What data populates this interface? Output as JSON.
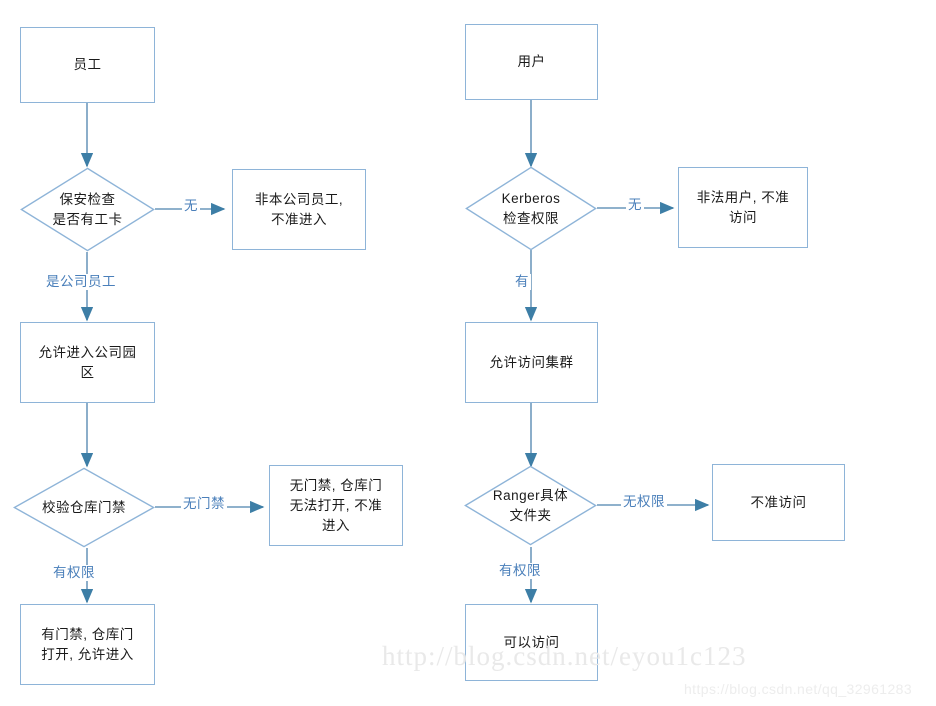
{
  "diagram": {
    "title": "",
    "colors": {
      "node_border": "#8eb4d8",
      "connector": "#7fa6c4",
      "arrowhead": "#3d7ea6",
      "edge_label": "#4a7fba",
      "node_text": "#1a1a1a",
      "background": "#ffffff",
      "watermark": "#e9e9e9"
    },
    "left_flow": {
      "name": "employee-physical-access-flow",
      "nodes": [
        {
          "id": "start",
          "shape": "rectangle",
          "text": "员工"
        },
        {
          "id": "badge-check",
          "shape": "diamond",
          "text": "保安检查\n是否有工卡"
        },
        {
          "id": "reject-entry",
          "shape": "rectangle",
          "text": "非本公司员工,\n不准进入"
        },
        {
          "id": "allow-campus",
          "shape": "rectangle",
          "text": "允许进入公司园\n区"
        },
        {
          "id": "warehouse-door-check",
          "shape": "diamond",
          "text": "校验仓库门禁"
        },
        {
          "id": "no-door-access",
          "shape": "rectangle",
          "text": "无门禁, 仓库门\n无法打开, 不准\n进入"
        },
        {
          "id": "door-opens",
          "shape": "rectangle",
          "text": "有门禁, 仓库门\n打开, 允许进入"
        }
      ],
      "edges": [
        {
          "from": "start",
          "to": "badge-check",
          "label": ""
        },
        {
          "from": "badge-check",
          "to": "reject-entry",
          "label": "无"
        },
        {
          "from": "badge-check",
          "to": "allow-campus",
          "label": "是公司员工"
        },
        {
          "from": "allow-campus",
          "to": "warehouse-door-check",
          "label": ""
        },
        {
          "from": "warehouse-door-check",
          "to": "no-door-access",
          "label": "无门禁"
        },
        {
          "from": "warehouse-door-check",
          "to": "door-opens",
          "label": "有权限"
        }
      ]
    },
    "right_flow": {
      "name": "kerberos-ranger-access-flow",
      "nodes": [
        {
          "id": "user",
          "shape": "rectangle",
          "text": "用户"
        },
        {
          "id": "kerberos-check",
          "shape": "diamond",
          "text": "Kerberos\n检查权限"
        },
        {
          "id": "illegal-user",
          "shape": "rectangle",
          "text": "非法用户, 不准\n访问"
        },
        {
          "id": "allow-cluster",
          "shape": "rectangle",
          "text": "允许访问集群"
        },
        {
          "id": "ranger-check",
          "shape": "diamond",
          "text": "Ranger具体\n文件夹"
        },
        {
          "id": "deny-access",
          "shape": "rectangle",
          "text": "不准访问"
        },
        {
          "id": "can-access",
          "shape": "rectangle",
          "text": "可以访问"
        }
      ],
      "edges": [
        {
          "from": "user",
          "to": "kerberos-check",
          "label": ""
        },
        {
          "from": "kerberos-check",
          "to": "illegal-user",
          "label": "无"
        },
        {
          "from": "kerberos-check",
          "to": "allow-cluster",
          "label": "有"
        },
        {
          "from": "allow-cluster",
          "to": "ranger-check",
          "label": ""
        },
        {
          "from": "ranger-check",
          "to": "deny-access",
          "label": "无权限"
        },
        {
          "from": "ranger-check",
          "to": "can-access",
          "label": "有权限"
        }
      ]
    },
    "watermarks": {
      "main": "http://blog.csdn.net/eyou1c123",
      "sub": "https://blog.csdn.net/qq_32961283"
    }
  }
}
